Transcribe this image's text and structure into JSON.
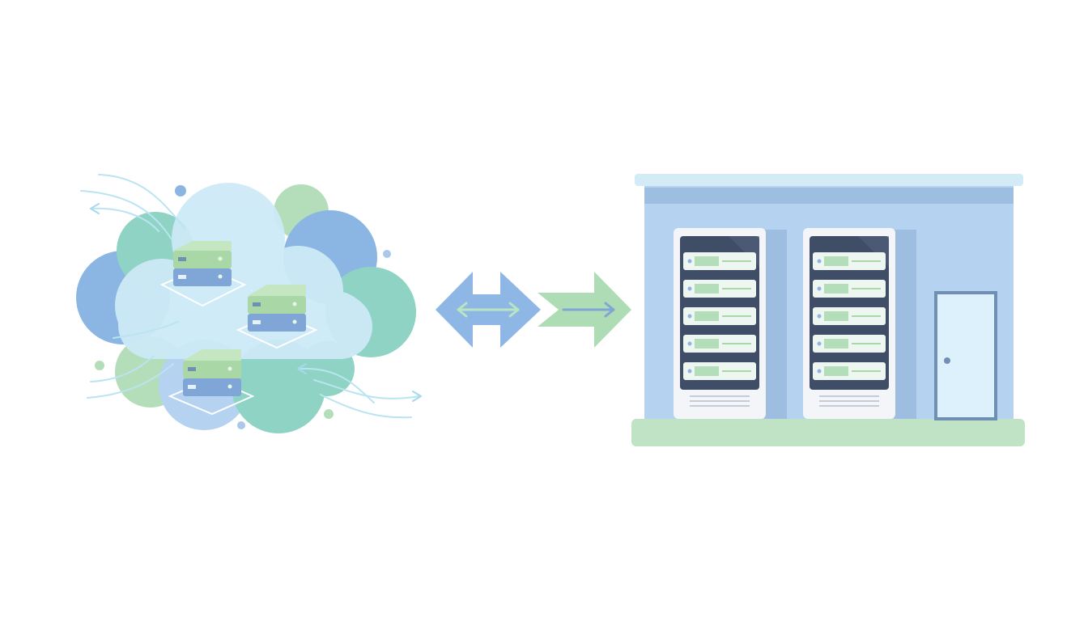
{
  "colors": {
    "background": "#ffffff",
    "cloud_light": "#cdeaf7",
    "cloud_blue": "#8bb6e3",
    "cloud_teal": "#8fd3c4",
    "cloud_green": "#b4ddb9",
    "server_green": "#a9d8a6",
    "server_blue": "#7fa6d6",
    "flow_line": "#b9e4f2",
    "arrow_blue": "#8fb7e6",
    "arrow_green": "#aedcb4",
    "building_wall": "#b5d3f1",
    "building_roof": "#d3ebf6",
    "building_band": "#9dbee0",
    "building_base": "#bfe3c4",
    "rack_frame": "#f3f5f8",
    "rack_inner": "#3f4d66",
    "door_fill": "#dcf1fb",
    "door_frame": "#6f8fb3"
  },
  "diagram": {
    "nodes": [
      {
        "id": "cloud",
        "icon": "cloud-icon",
        "cloud_servers": 3
      },
      {
        "id": "datacenter",
        "icon": "building-icon",
        "racks": 2,
        "units_per_rack": 5
      }
    ],
    "edges": [
      {
        "from": "cloud",
        "to": "datacenter",
        "icon": "bidirectional-arrow-icon"
      },
      {
        "from": "cloud",
        "to": "datacenter",
        "icon": "forward-arrow-icon"
      }
    ]
  }
}
